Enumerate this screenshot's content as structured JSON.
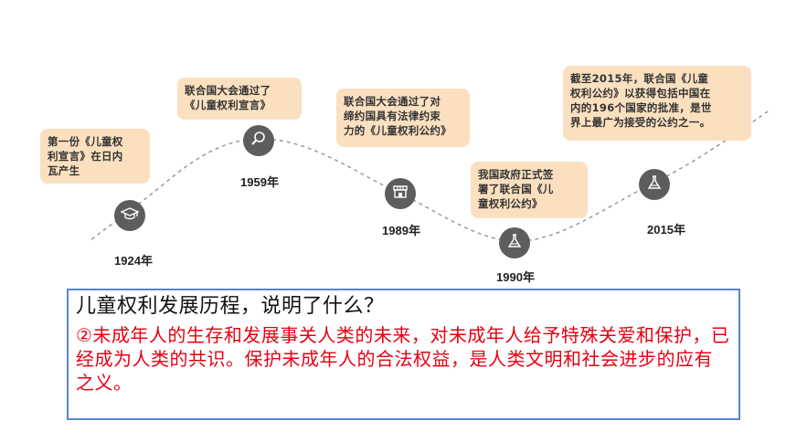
{
  "timeline": {
    "events": [
      {
        "year": "1924年",
        "text": "第一份《儿童权\n利宣言》在日内\n瓦产生",
        "icon": "graduation-cap-icon"
      },
      {
        "year": "1959年",
        "text": "联合国大会通过了\n《儿童权利宣言》",
        "icon": "magnifier-icon"
      },
      {
        "year": "1989年",
        "text": "联合国大会通过了对\n缔约国具有法律约束\n力的《儿童权利公约》",
        "icon": "storefront-icon"
      },
      {
        "year": "1990年",
        "text": "我国政府正式签\n署了联合国《儿\n童权利公约》",
        "icon": "flask-icon"
      },
      {
        "year": "2015年",
        "text": "截至2015年，联合国《儿童\n权利公约》以获得包括中国在\n内的196个国家的批准，是世\n界上最广为接受的公约之一。",
        "icon": "flask-icon"
      }
    ]
  },
  "qa": {
    "question": "儿童权利发展历程，说明了什么？",
    "answer": "②未成年人的生存和发展事关人类的未来，对未成年人给予特殊关爱和保护，已经成为人类的共识。保护未成年人的合法权益，是人类文明和社会进步的应有之义。"
  },
  "colors": {
    "callout_bg": "#fbe0c0",
    "node_bg": "#5d5d5d",
    "answer_text": "#e60012",
    "box_border": "#5b86cc"
  }
}
